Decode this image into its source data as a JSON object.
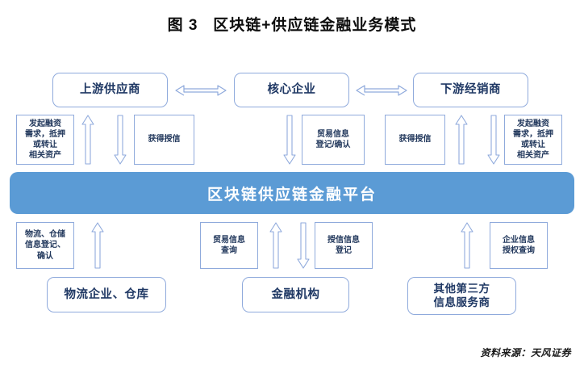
{
  "figure": {
    "title": "图 3   区块链+供应链金融业务模式",
    "source": "资料来源：天风证券"
  },
  "colors": {
    "platform_fill": "#5b9bd5",
    "box_border": "#8faadc",
    "box_text": "#1f3864",
    "arrow_stroke": "#8faadc",
    "background": "#ffffff"
  },
  "platform": {
    "label": "区块链供应链金融平台"
  },
  "top_row": {
    "boxes": [
      {
        "id": "upstream-supplier",
        "label": "上游供应商"
      },
      {
        "id": "core-enterprise",
        "label": "核心企业"
      },
      {
        "id": "downstream-distributor",
        "label": "下游经销商"
      }
    ],
    "connectors": [
      {
        "id": "supplier-to-core",
        "direction": "both"
      },
      {
        "id": "core-to-distributor",
        "direction": "both"
      }
    ]
  },
  "bottom_row": {
    "boxes": [
      {
        "id": "logistics-warehouse",
        "label": "物流企业、仓库"
      },
      {
        "id": "financial-institution",
        "label": "金融机构"
      },
      {
        "id": "third-party-info-provider",
        "label": "其他第三方\n信息服务商"
      }
    ]
  },
  "upper_notes": [
    {
      "id": "note-upstream-financing",
      "label": "发起融资\n需求，抵押\n或转让\n相关资产"
    },
    {
      "id": "note-upstream-credit",
      "label": "获得授信"
    },
    {
      "id": "note-trade-info-registration",
      "label": "贸易信息\n登记/确认"
    },
    {
      "id": "note-downstream-credit",
      "label": "获得授信"
    },
    {
      "id": "note-downstream-financing",
      "label": "发起融资\n需求，抵押\n或转让\n相关资产"
    }
  ],
  "lower_notes": [
    {
      "id": "note-logistics-registration",
      "label": "物流、仓储\n信息登记、\n确认"
    },
    {
      "id": "note-trade-info-query",
      "label": "贸易信息\n查询"
    },
    {
      "id": "note-credit-info-registration",
      "label": "授信信息\n登记"
    },
    {
      "id": "note-enterprise-info-auth-query",
      "label": "企业信息\n授权查询"
    }
  ],
  "upper_arrows": [
    {
      "id": "arrow-upstream-up",
      "direction": "up"
    },
    {
      "id": "arrow-upstream-down",
      "direction": "down"
    },
    {
      "id": "arrow-core-down",
      "direction": "down"
    },
    {
      "id": "arrow-downstream-up",
      "direction": "up"
    },
    {
      "id": "arrow-downstream-down",
      "direction": "down"
    }
  ],
  "lower_arrows": [
    {
      "id": "arrow-logistics-up",
      "direction": "up"
    },
    {
      "id": "arrow-financial-up",
      "direction": "up"
    },
    {
      "id": "arrow-financial-down",
      "direction": "down"
    },
    {
      "id": "arrow-thirdparty-up",
      "direction": "up"
    }
  ]
}
